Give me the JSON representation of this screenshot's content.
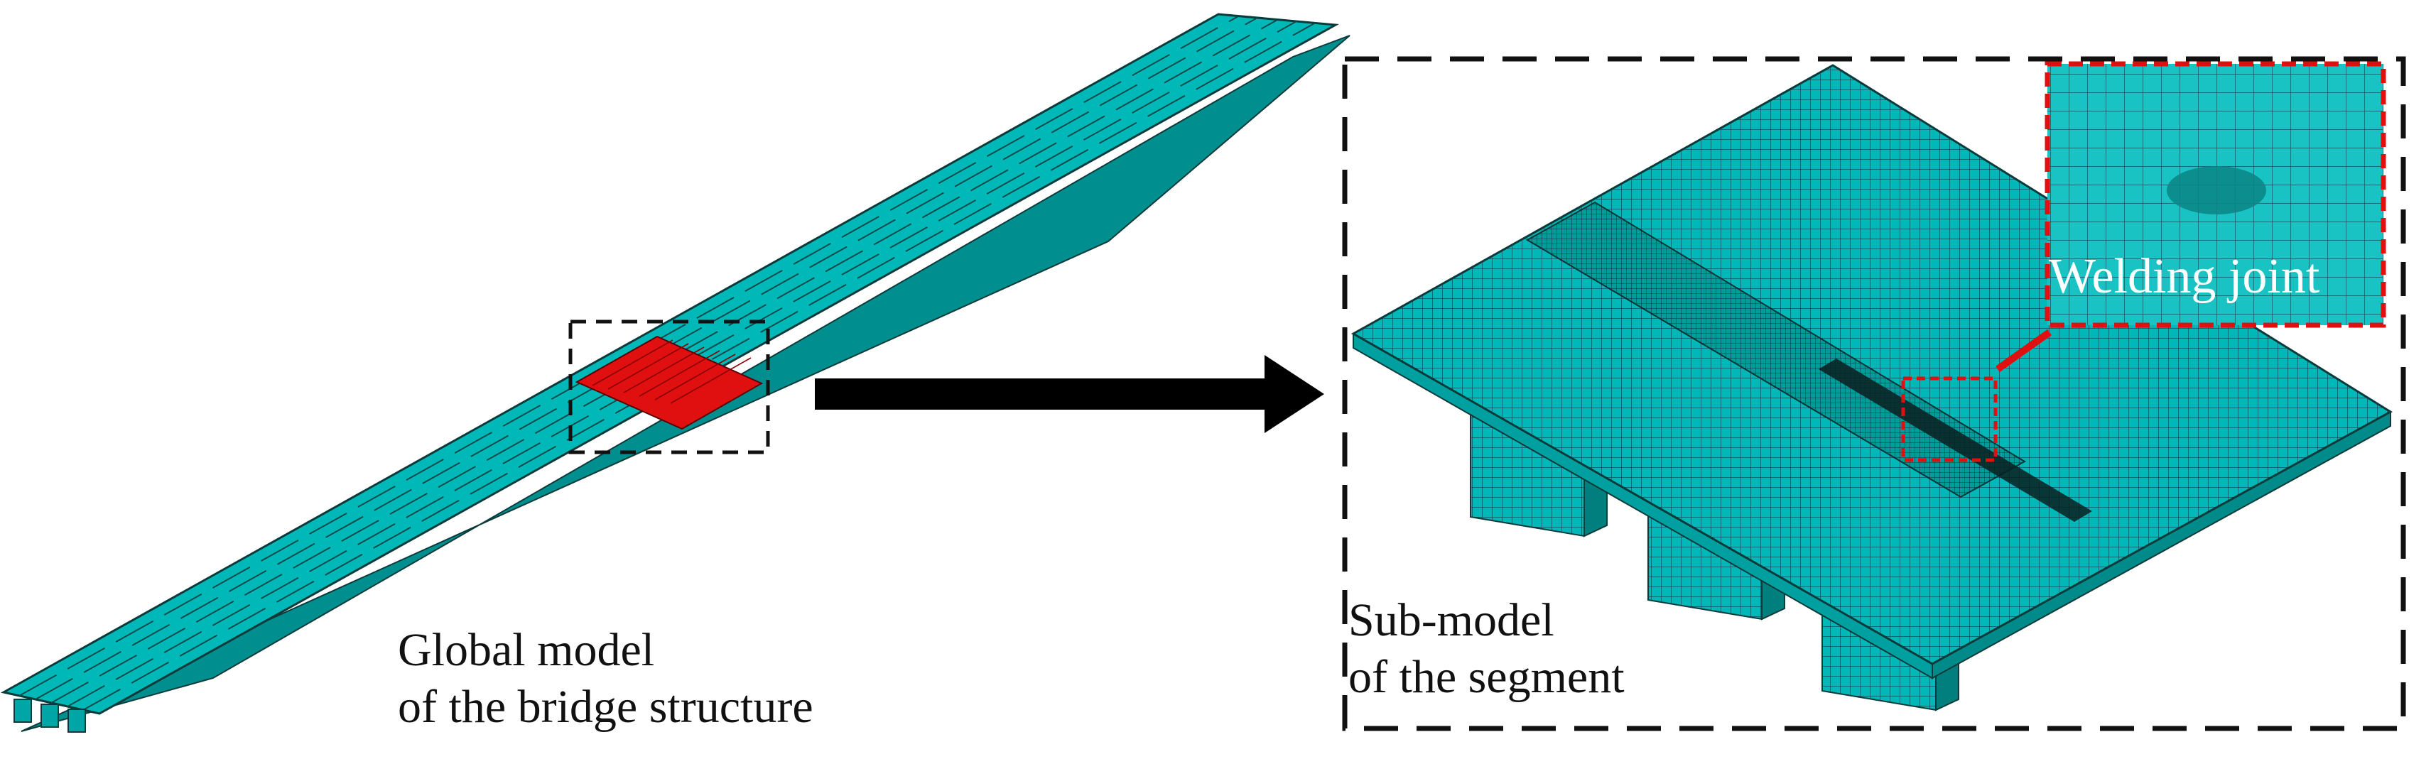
{
  "captions": {
    "global_model": [
      "Global model",
      "of the bridge structure"
    ],
    "sub_model": [
      "Sub-model",
      "of the segment"
    ],
    "detail": "Welding joint"
  },
  "colors": {
    "mesh_face": "#00b8b8",
    "mesh_line": "#0a3a3a",
    "highlight_segment": "#e01010",
    "detail_frame": "#e01010",
    "dashed_frame": "#111111",
    "arrow": "#000000",
    "background": "#ffffff"
  }
}
